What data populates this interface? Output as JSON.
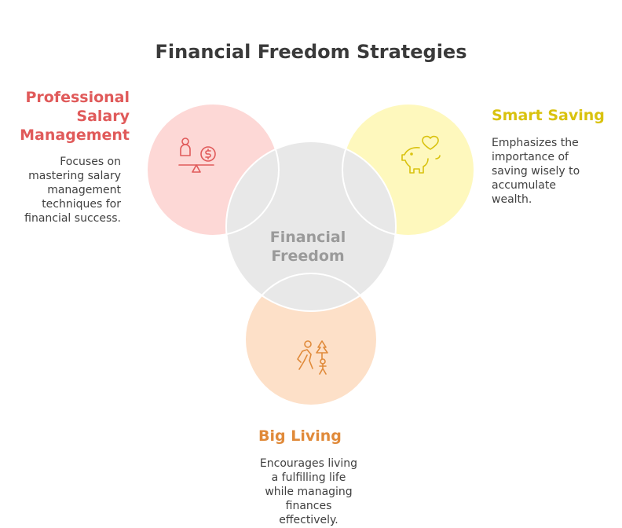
{
  "title": "Financial Freedom Strategies",
  "center": {
    "line1": "Financial",
    "line2": "Freedom"
  },
  "nodes": {
    "salary": {
      "heading_lines": [
        "Professional",
        "Salary",
        "Management"
      ],
      "desc_lines": [
        "Focuses on",
        "mastering salary",
        "management",
        "techniques for",
        "financial success."
      ],
      "color": "#e05a5a",
      "fill": "#fdd8d6",
      "icon": "scale-person-dollar-icon"
    },
    "saving": {
      "heading": "Smart Saving",
      "desc_lines": [
        "Emphasizes the",
        "importance of",
        "saving wisely to",
        "accumulate",
        "wealth."
      ],
      "color": "#d9c20e",
      "fill": "#fef8bd",
      "icon": "piggy-bank-heart-icon"
    },
    "living": {
      "heading": "Big Living",
      "desc_lines": [
        "Encourages living",
        "a fulfilling life",
        "while managing",
        "finances",
        "effectively."
      ],
      "color": "#e08a3a",
      "fill": "#fde0c8",
      "icon": "family-hiking-icon"
    }
  },
  "center_fill": "#e8e8e8"
}
